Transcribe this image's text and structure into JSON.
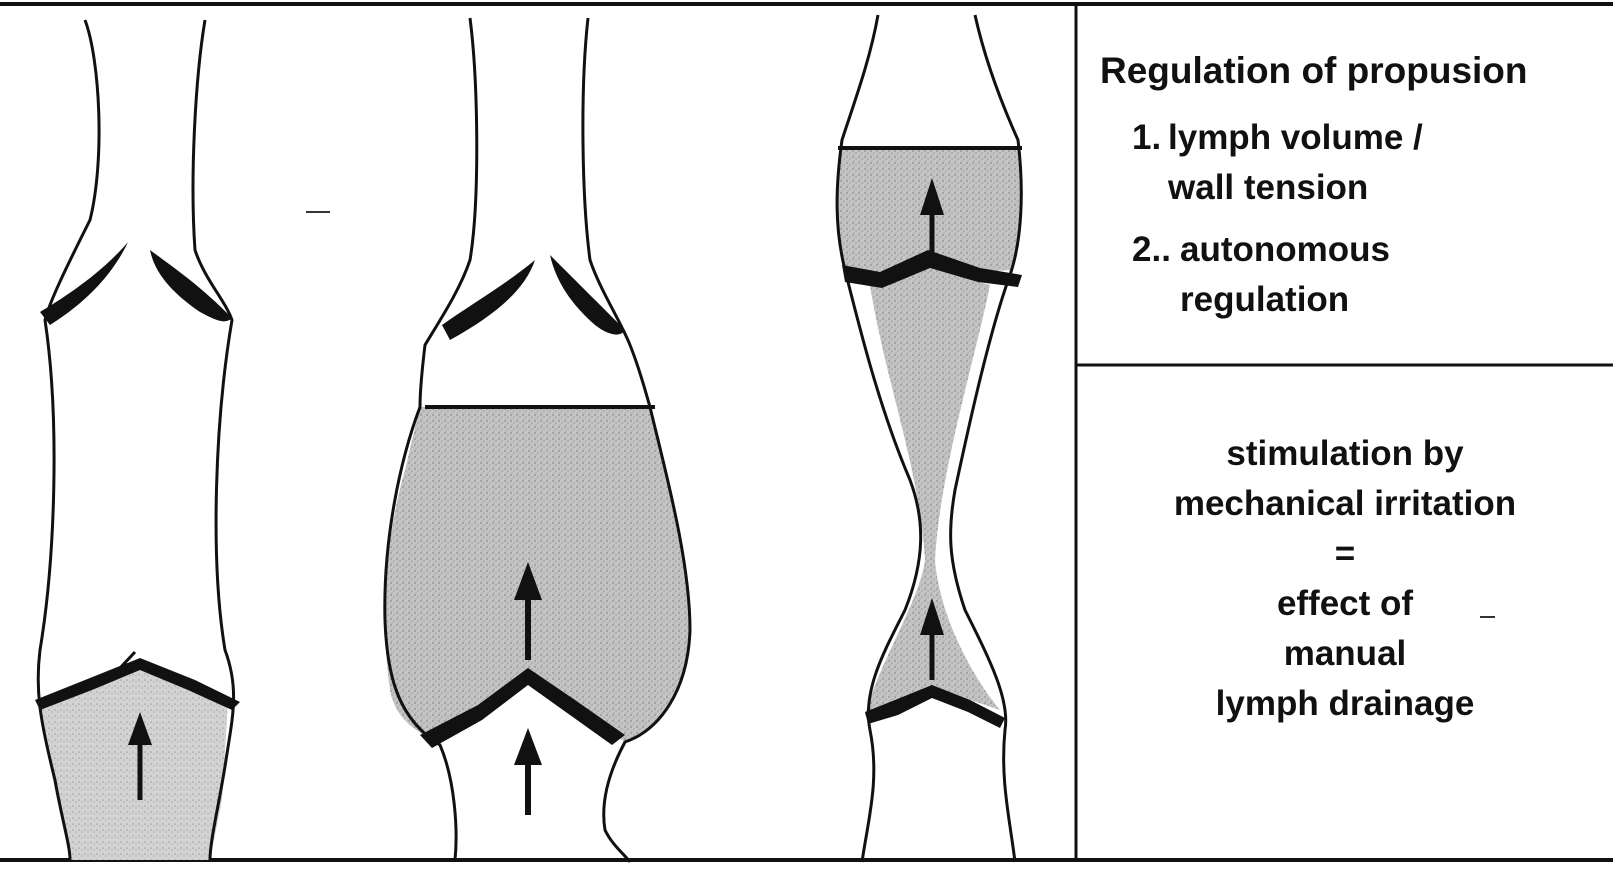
{
  "right_panel": {
    "title": "Regulation of propusion",
    "item1": {
      "number": "1.",
      "line1": "lymph volume /",
      "line2": "wall tension"
    },
    "item2": {
      "number": "2..",
      "line1": "autonomous",
      "line2": "regulation"
    }
  },
  "lower_panel": {
    "line1": "stimulation by",
    "line2": "mechanical irritation",
    "equals": "=",
    "line3": "effect of",
    "line4": "manual",
    "line5": "lymph drainage"
  },
  "colors": {
    "ink": "#111111",
    "stipple": "#b9b9b9",
    "paper": "#ffffff"
  }
}
